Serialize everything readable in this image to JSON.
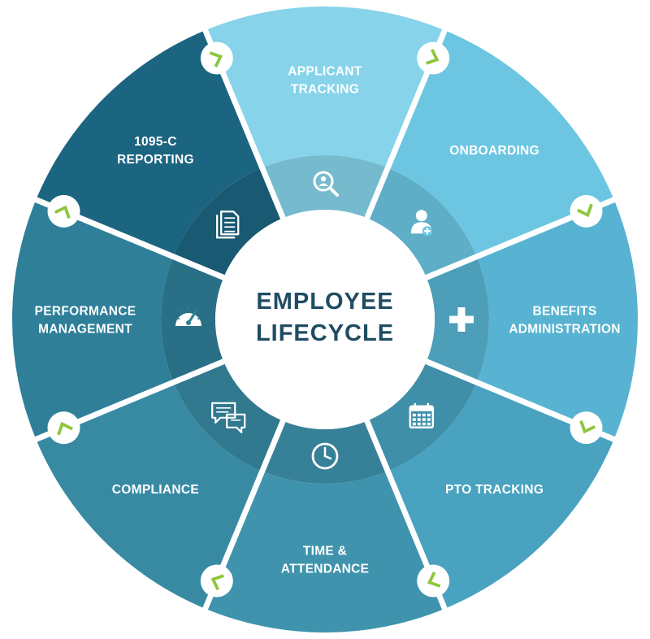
{
  "center": {
    "line1": "EMPLOYEE",
    "line2": "LIFECYCLE"
  },
  "accent_color": "#8dc63f",
  "segments": [
    {
      "id": "applicant-tracking",
      "lines": [
        "APPLICANT",
        "TRACKING"
      ],
      "icon": "search-user-icon",
      "color": "#86d3ea"
    },
    {
      "id": "onboarding",
      "lines": [
        "ONBOARDING"
      ],
      "icon": "user-add-icon",
      "color": "#6cc6e2"
    },
    {
      "id": "benefits-administration",
      "lines": [
        "BENEFITS",
        "ADMINISTRATION"
      ],
      "icon": "plus-icon",
      "color": "#57b3d1"
    },
    {
      "id": "pto-tracking",
      "lines": [
        "PTO TRACKING"
      ],
      "icon": "calendar-icon",
      "color": "#48a2c0"
    },
    {
      "id": "time-attendance",
      "lines": [
        "TIME &",
        "ATTENDANCE"
      ],
      "icon": "clock-icon",
      "color": "#3f93ad"
    },
    {
      "id": "compliance",
      "lines": [
        "COMPLIANCE"
      ],
      "icon": "chat-bubbles-icon",
      "color": "#388aa3"
    },
    {
      "id": "performance-management",
      "lines": [
        "PERFORMANCE",
        "MANAGEMENT"
      ],
      "icon": "gauge-icon",
      "color": "#2f7f99"
    },
    {
      "id": "1095c-reporting",
      "lines": [
        "1095-C",
        "REPORTING"
      ],
      "icon": "document-icon",
      "color": "#1c6581"
    }
  ]
}
